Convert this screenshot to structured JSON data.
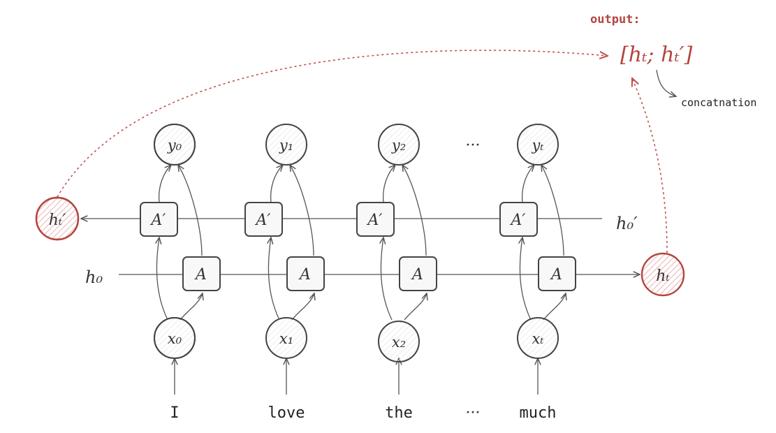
{
  "output": {
    "label": "output:",
    "formula": "[hₜ; hₜ′]",
    "note": "concatnation"
  },
  "columns": [
    {
      "word": "I",
      "x": "x₀",
      "y": "y₀"
    },
    {
      "word": "love",
      "x": "x₁",
      "y": "y₁"
    },
    {
      "word": "the",
      "x": "x₂",
      "y": "y₂"
    },
    {
      "word": "much",
      "x": "xₜ",
      "y": "yₜ"
    }
  ],
  "ellipsis": "···",
  "forward_cell": "A",
  "backward_cell": "A′",
  "initial_forward": "h₀",
  "initial_backward": "h₀′",
  "final_forward": "hₜ",
  "final_backward": "hₜ′",
  "colors": {
    "accent": "#b5443f",
    "stroke": "#444444"
  }
}
